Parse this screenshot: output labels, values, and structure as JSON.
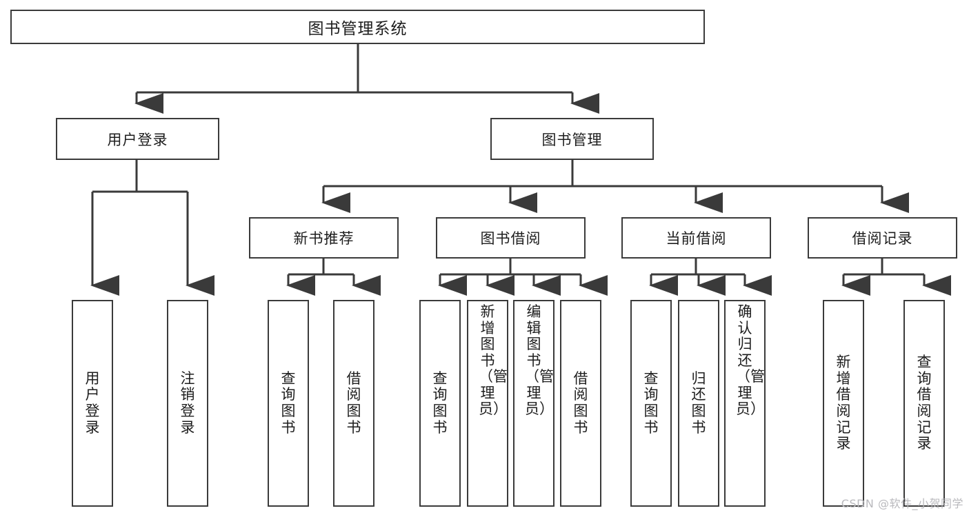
{
  "diagram": {
    "title": "图书管理系统",
    "watermark": "CSDN @软件_小贺同学",
    "stroke_color": "#3a3a3a",
    "text_color": "#1d1d1d",
    "background_color": "#ffffff",
    "watermark_color": "#b9b9bd"
  },
  "root": {
    "label": "图书管理系统"
  },
  "level2": [
    {
      "label": "用户登录"
    },
    {
      "label": "图书管理"
    }
  ],
  "level3": [
    {
      "label": "新书推荐"
    },
    {
      "label": "图书借阅"
    },
    {
      "label": "当前借阅"
    },
    {
      "label": "借阅记录"
    }
  ],
  "leaves": {
    "user_login": [
      {
        "label": "用户登录"
      },
      {
        "label": "注销登录"
      }
    ],
    "new_book_recommend": [
      {
        "label": "查询图书"
      },
      {
        "label": "借阅图书"
      }
    ],
    "book_borrow": [
      {
        "label": "查询图书"
      },
      {
        "label": "新增图书（管理员）"
      },
      {
        "label": "编辑图书（管理员）"
      },
      {
        "label": "借阅图书"
      }
    ],
    "current_borrow": [
      {
        "label": "查询图书"
      },
      {
        "label": "归还图书"
      },
      {
        "label": "确认归还（管理员）"
      }
    ],
    "borrow_record": [
      {
        "label": "新增借阅记录"
      },
      {
        "label": "查询借阅记录"
      }
    ]
  }
}
